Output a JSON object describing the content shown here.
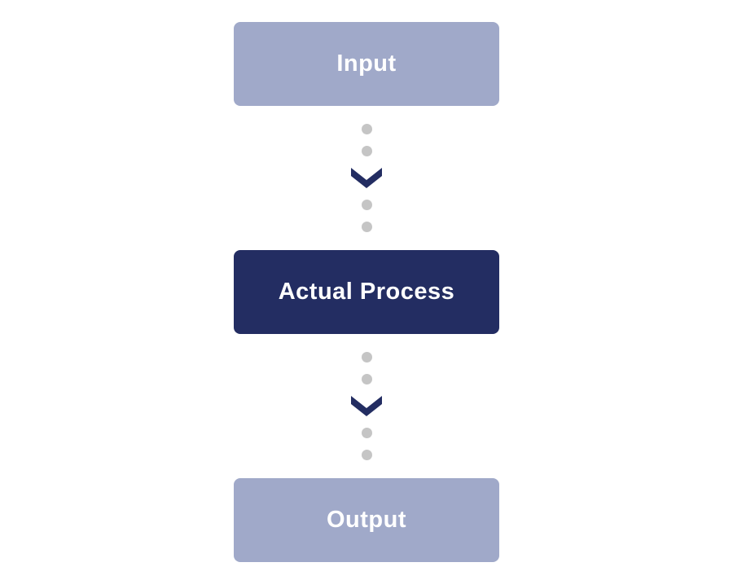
{
  "diagram": {
    "title": "process-flow",
    "colors": {
      "light_box": "#a0a9c9",
      "dark_box": "#232d62",
      "dot": "#c5c5c5",
      "text": "#ffffff",
      "background": "#ffffff"
    },
    "nodes": [
      {
        "id": "input",
        "label": "Input",
        "variant": "light"
      },
      {
        "id": "process",
        "label": "Actual Process",
        "variant": "dark"
      },
      {
        "id": "output",
        "label": "Output",
        "variant": "light"
      }
    ],
    "connectors": [
      {
        "from": "input",
        "to": "process",
        "style": "dotted",
        "arrow": "chevron-down-icon"
      },
      {
        "from": "process",
        "to": "output",
        "style": "dotted",
        "arrow": "chevron-down-icon"
      }
    ]
  }
}
